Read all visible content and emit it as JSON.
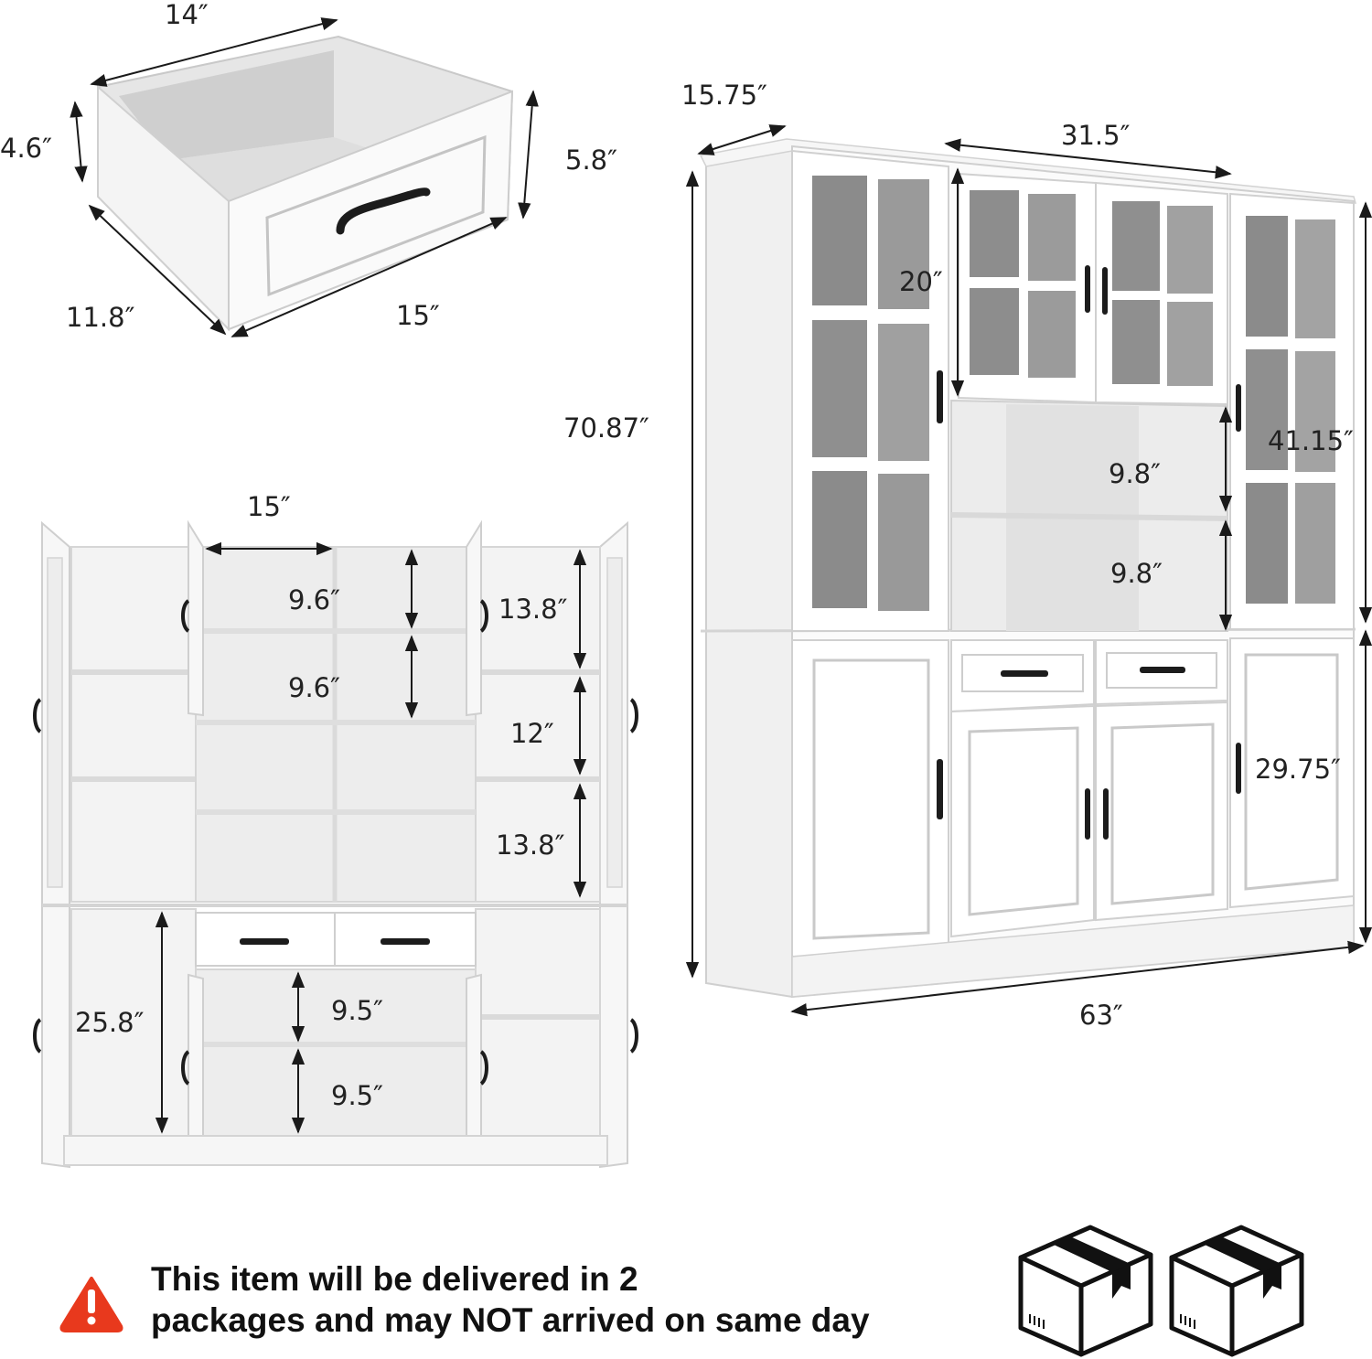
{
  "drawer_dims": {
    "depth_top": "14″",
    "inner_height": "4.6″",
    "front_height": "5.8″",
    "side_depth": "11.8″",
    "front_width": "15″"
  },
  "cabinet_dims": {
    "depth": "15.75″",
    "top_middle_width": "31.5″",
    "total_height": "70.87″",
    "upper_door_height": "20″",
    "upper_height": "41.15″",
    "open_shelf_upper": "9.8″",
    "open_shelf_lower": "9.8″",
    "lower_height": "29.75″",
    "total_width": "63″"
  },
  "open_view_dims": {
    "middle_width": "15″",
    "middle_shelf_1": "9.6″",
    "middle_shelf_2": "9.6″",
    "side_shelf_1": "13.8″",
    "side_shelf_2": "12″",
    "side_shelf_3": "13.8″",
    "lower_side_height": "25.8″",
    "lower_middle_1": "9.5″",
    "lower_middle_2": "9.5″"
  },
  "notice": {
    "line1": "This item will be delivered in 2",
    "line2": "packages and may NOT arrived on same day"
  },
  "icons": {
    "warning": "warning-icon",
    "box": "package-box-icon"
  },
  "colors": {
    "warning": "#e8391d",
    "line": "#1a1a1a",
    "panel": "#f2f2f2",
    "glass": "#8b8b8b"
  }
}
